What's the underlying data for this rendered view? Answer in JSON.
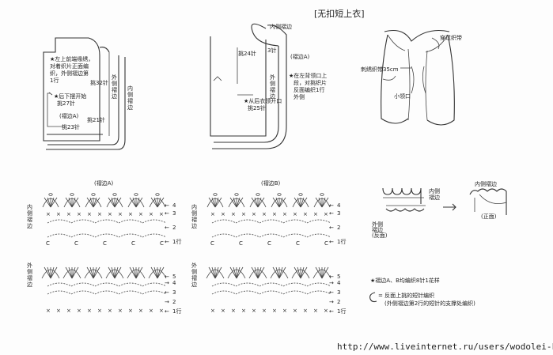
{
  "title": "[无扣短上衣]",
  "panel_left": {
    "note_top": [
      "★左上前端缘绣，",
      "对着织片正面编",
      "织，外侧褶边第",
      "1行"
    ],
    "note_bottom": [
      "★后下摆开始",
      "挑27针"
    ],
    "stitch_32": "挑32针",
    "stitch_23": "挑23针",
    "stitch_21": "挑21针",
    "ruffle_a": "(褶边A)",
    "outer_ruffle": [
      "外",
      "侧",
      "褶",
      "边"
    ],
    "inner_ruffle": [
      "内",
      "侧",
      "褶",
      "边"
    ]
  },
  "panel_mid": {
    "stitch_24": "挑24针",
    "stitch_3": "3针",
    "inner_ruffle_h": "内侧褶边",
    "ruffle_a": "(褶边A)",
    "outer_ruffle_v": [
      "外",
      "侧",
      "褶",
      "边"
    ],
    "back_note": [
      "★从后衣领开口",
      "挑25针"
    ],
    "right_note": [
      "★在左背领口上",
      "段，对挑织片",
      "反面编织1行",
      "外侧"
    ]
  },
  "panel_right": {
    "threaded_cord": "穿过织带",
    "cord_label": "刺绣织带35cm",
    "small_tie": "小领口"
  },
  "chart_a": {
    "title": "(褶边A)",
    "inner": [
      "内",
      "侧",
      "褶",
      "边"
    ],
    "outer": [
      "外",
      "侧",
      "褶",
      "边"
    ],
    "rows_top": [
      "4",
      "3",
      "2",
      "1行"
    ],
    "rows_bottom": [
      "5",
      "4",
      "3",
      "2",
      "1行"
    ]
  },
  "chart_b": {
    "title": "(褶边B)",
    "inner": [
      "内",
      "侧",
      "褶",
      "边"
    ],
    "outer": [
      "外",
      "侧",
      "褶",
      "边"
    ],
    "rows_top": [
      "4",
      "3",
      "2",
      "1行"
    ],
    "rows_bottom": [
      "5",
      "4",
      "3",
      "2",
      "1行"
    ]
  },
  "detail": {
    "inner_label": [
      "内侧",
      "褶边"
    ],
    "outer_label": [
      "外侧",
      "褶边",
      "(反面)"
    ],
    "inner_right": [
      "内侧褶边",
      "(正面)"
    ]
  },
  "legend": {
    "note1": "★褶边A、B均编织8针1花样",
    "symbol_label": "= 反面上挑的短针编织",
    "symbol_sub": "(外侧褶边第2行的短针的支撑处编织)"
  },
  "watermark_url": "http://www.liveinternet.ru/users/wodolei-ka/"
}
